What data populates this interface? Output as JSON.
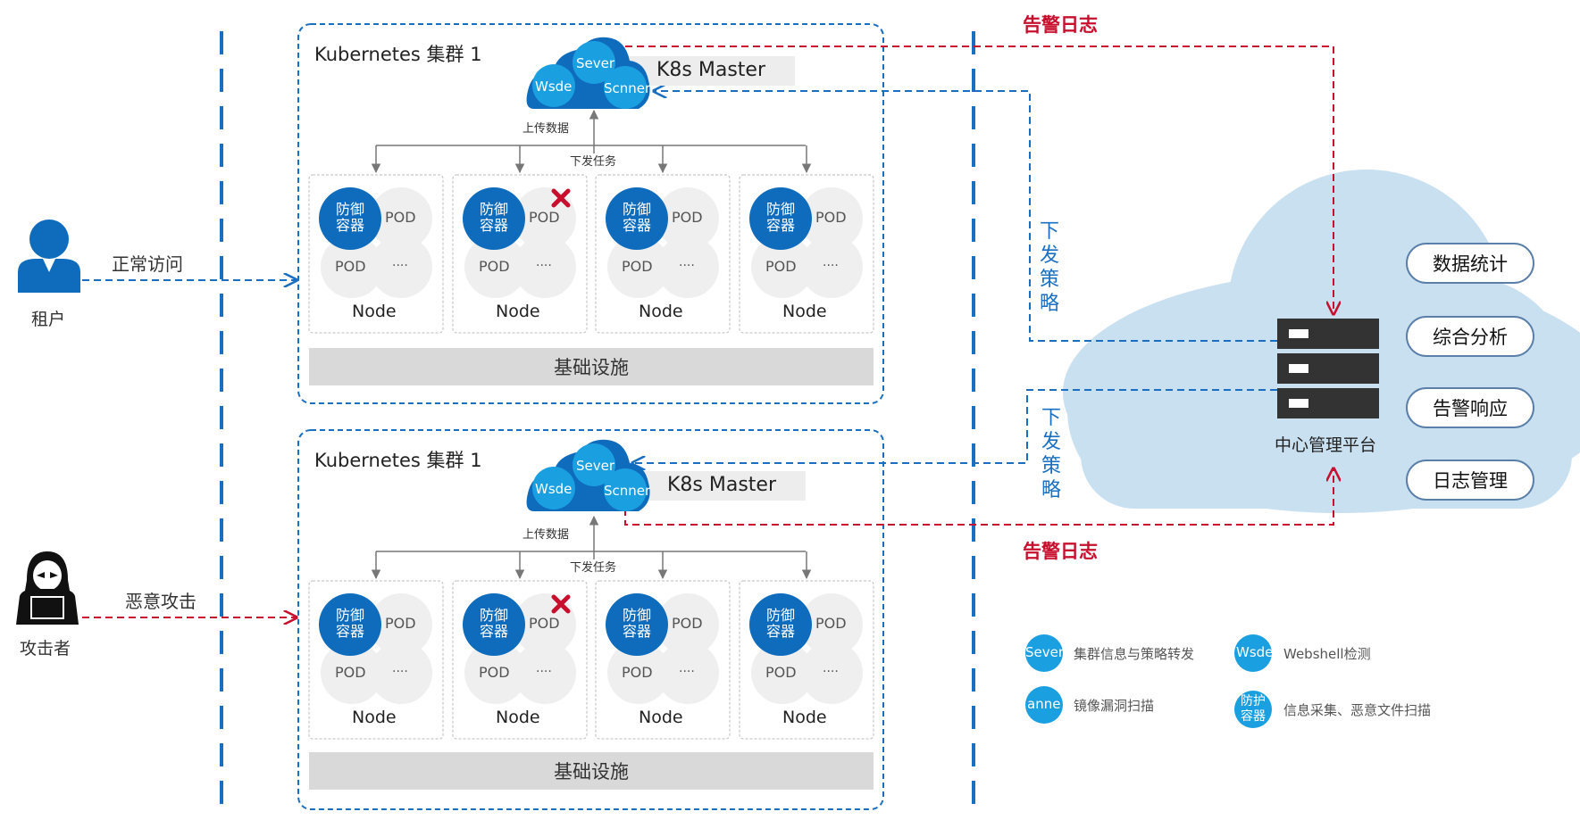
{
  "clusters": [
    {
      "title": "Kubernetes 集群 1",
      "master": "K8s Master",
      "cloud": {
        "sever": "Sever",
        "wsde": "Wsde",
        "scnner": "Scnner"
      },
      "upload": "上传数据",
      "dispatch": "下发任务",
      "infra": "基础设施"
    },
    {
      "title": "Kubernetes 集群 1",
      "master": "K8s Master",
      "cloud": {
        "sever": "Sever",
        "wsde": "Wsde",
        "scnner": "Scnner"
      },
      "upload": "上传数据",
      "dispatch": "下发任务",
      "infra": "基础设施"
    }
  ],
  "node": {
    "defense": "防御容器",
    "pod": "POD",
    "more": "....",
    "label": "Node"
  },
  "actors": {
    "tenant": "租户",
    "tenant_action": "正常访问",
    "attacker": "攻击者",
    "attacker_action": "恶意攻击"
  },
  "flows": {
    "alert_log_top": "告警日志",
    "alert_log_bottom": "告警日志",
    "policy_top": "下发策略",
    "policy_bottom": "下发策略"
  },
  "platform": {
    "name": "中心管理平台",
    "functions": [
      "数据统计",
      "综合分析",
      "告警响应",
      "日志管理"
    ]
  },
  "legend": [
    {
      "badge": "Sever",
      "text": "集群信息与策略转发"
    },
    {
      "badge": "Wsde",
      "text": "Webshell检测"
    },
    {
      "badge": "anne",
      "text": "镜像漏洞扫描"
    },
    {
      "badge": "防护容器",
      "text": "信息采集、恶意文件扫描"
    }
  ],
  "colors": {
    "blue": "#0f6cbd",
    "light_blue": "#1a9fe0",
    "red": "#c8102e",
    "cloud": "#c9e0f1",
    "pod": "#efefef",
    "infra": "#d9d9d9"
  }
}
